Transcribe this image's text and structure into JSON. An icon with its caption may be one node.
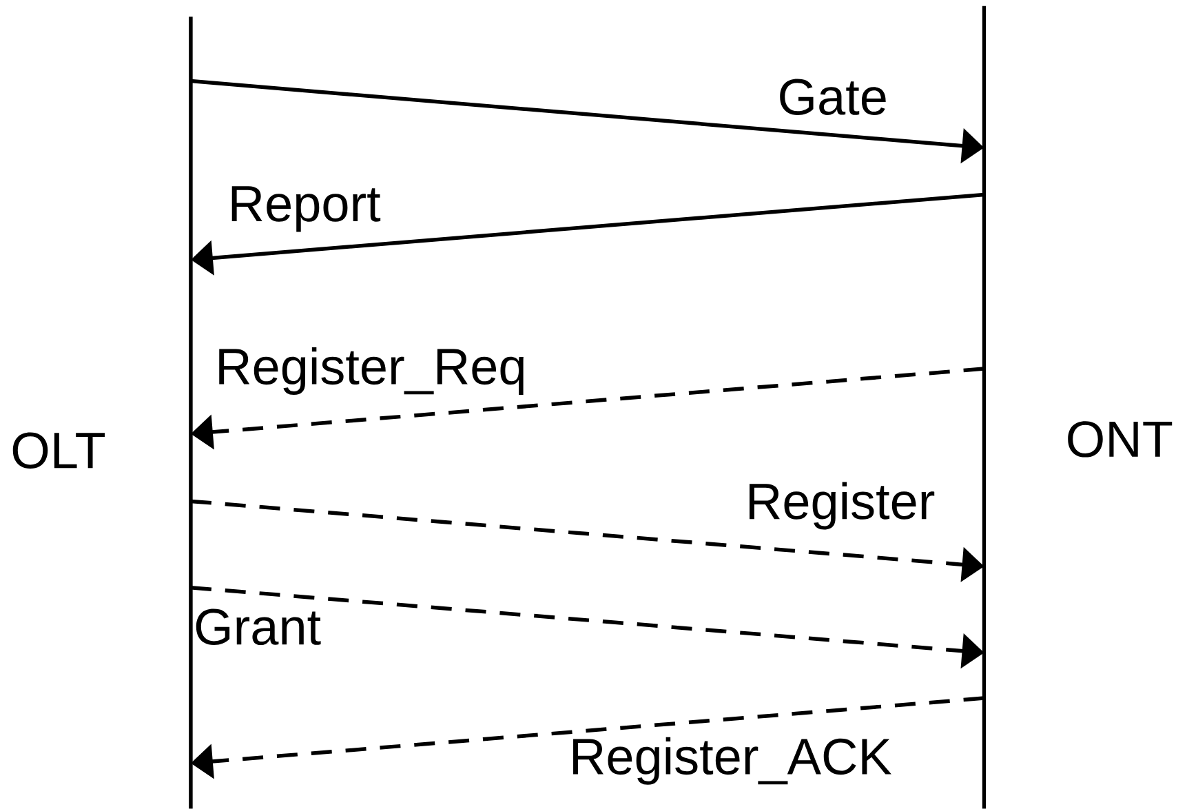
{
  "diagram": {
    "nodes": [
      {
        "text": [
          "OLT"
        ]
      },
      {
        "text": [
          "ONT"
        ]
      }
    ],
    "edges": [
      {
        "from": 0,
        "to": 1,
        "arrow": "to",
        "label": "Gate"
      },
      {
        "from": 1,
        "to": 0,
        "arrow": "to",
        "label": "Report"
      },
      {
        "from": 1,
        "to": 0,
        "arrow": "to",
        "label": "Register_Req",
        "style": "dashed"
      },
      {
        "from": 0,
        "to": 1,
        "arrow": "to",
        "label": "Register",
        "style": "dashed"
      },
      {
        "from": 0,
        "to": 1,
        "arrow": "to",
        "label": "Grant",
        "style": "dashed"
      },
      {
        "from": 1,
        "to": 0,
        "arrow": "to",
        "label": "Register_ACK",
        "style": "dashed"
      }
    ]
  }
}
